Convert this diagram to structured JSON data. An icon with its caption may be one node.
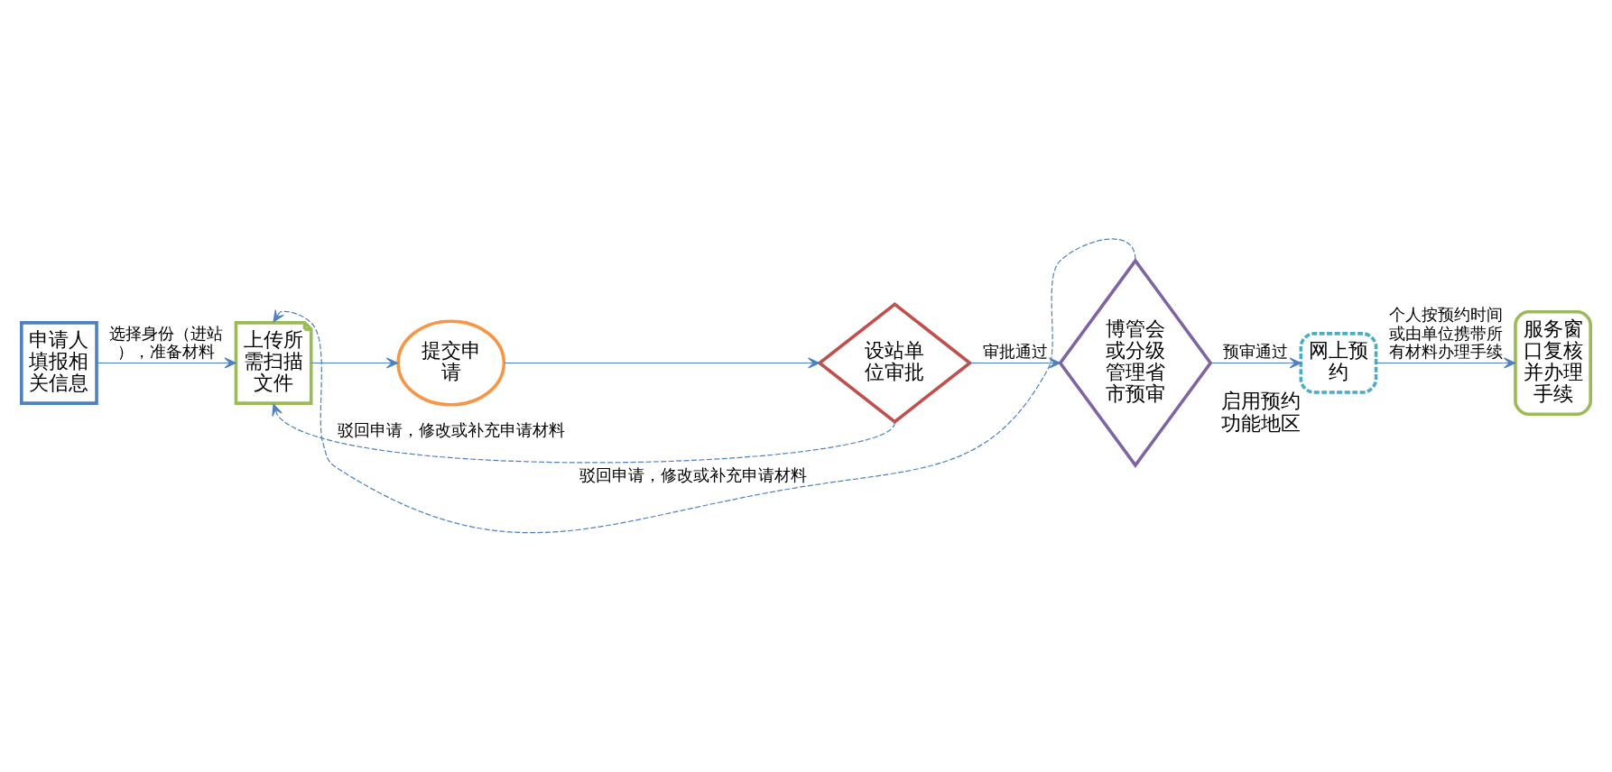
{
  "diagram": {
    "nodes": [
      {
        "text": [
          "申请人填报相关信息"
        ]
      },
      {
        "text": [
          "上传所需扫描文件"
        ]
      },
      {
        "text": [
          "提交申请"
        ]
      },
      {
        "text": [
          "设站单位审批"
        ]
      },
      {
        "text": [
          "博管会或分级管理省市预审"
        ]
      },
      {
        "text": [
          "网上预约"
        ],
        "beside": [
          "启用预约功能地区"
        ]
      },
      {
        "text": [
          "服务窗口复核并办理手续"
        ]
      }
    ],
    "edges": [
      {
        "from": 0,
        "to": 1,
        "arrow": "to",
        "label": "选择身份（进站），准备材料"
      },
      {
        "from": 1,
        "to": 2,
        "arrow": "to"
      },
      {
        "from": 2,
        "to": 3,
        "arrow": "to"
      },
      {
        "from": 3,
        "to": 4,
        "arrow": "to",
        "label": "审批通过"
      },
      {
        "from": 4,
        "to": 5,
        "arrow": "to",
        "label": "预审通过"
      },
      {
        "from": 5,
        "to": 6,
        "arrow": "to",
        "label": "个人按预约时间或由单位携带所有材料办理手续"
      },
      {
        "from": 4,
        "to": 1,
        "arrow": "to",
        "style": "dashed",
        "label": "驳回申请，修改或补充申请材料"
      },
      {
        "from": 3,
        "to": 1,
        "arrow": "to",
        "style": "dashed",
        "label": "驳回申请，修改或补充申请材料"
      }
    ]
  }
}
